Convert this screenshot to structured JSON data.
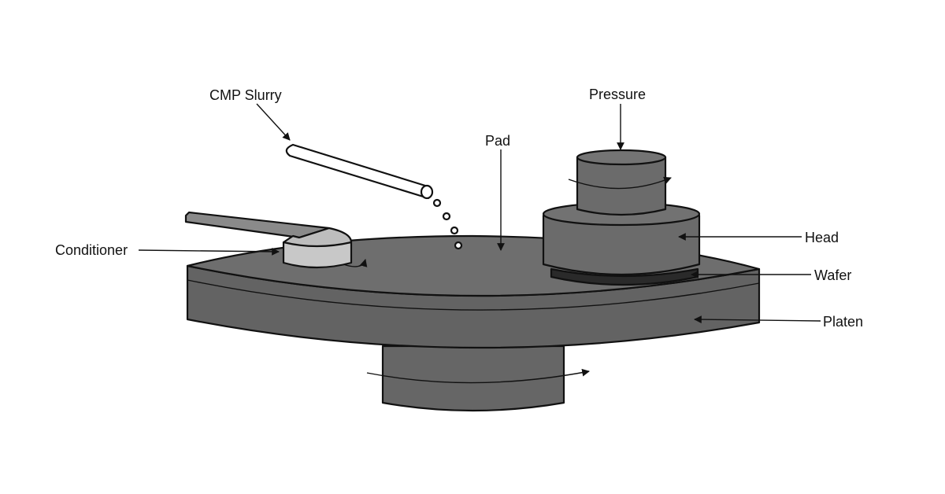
{
  "diagram": {
    "labels": {
      "cmp_slurry": "CMP Slurry",
      "pressure": "Pressure",
      "pad": "Pad",
      "head": "Head",
      "conditioner": "Conditioner",
      "wafer": "Wafer",
      "platen": "Platen"
    },
    "colors": {
      "background": "#ffffff",
      "pad_top": "#6e6e6e",
      "platen_side": "#636363",
      "head_body": "#6b6b6b",
      "conditioner_block": "#c8c8c8",
      "conditioner_arm": "#8a8a8a",
      "wafer": "#2a2a2a",
      "outline": "#111111"
    }
  }
}
